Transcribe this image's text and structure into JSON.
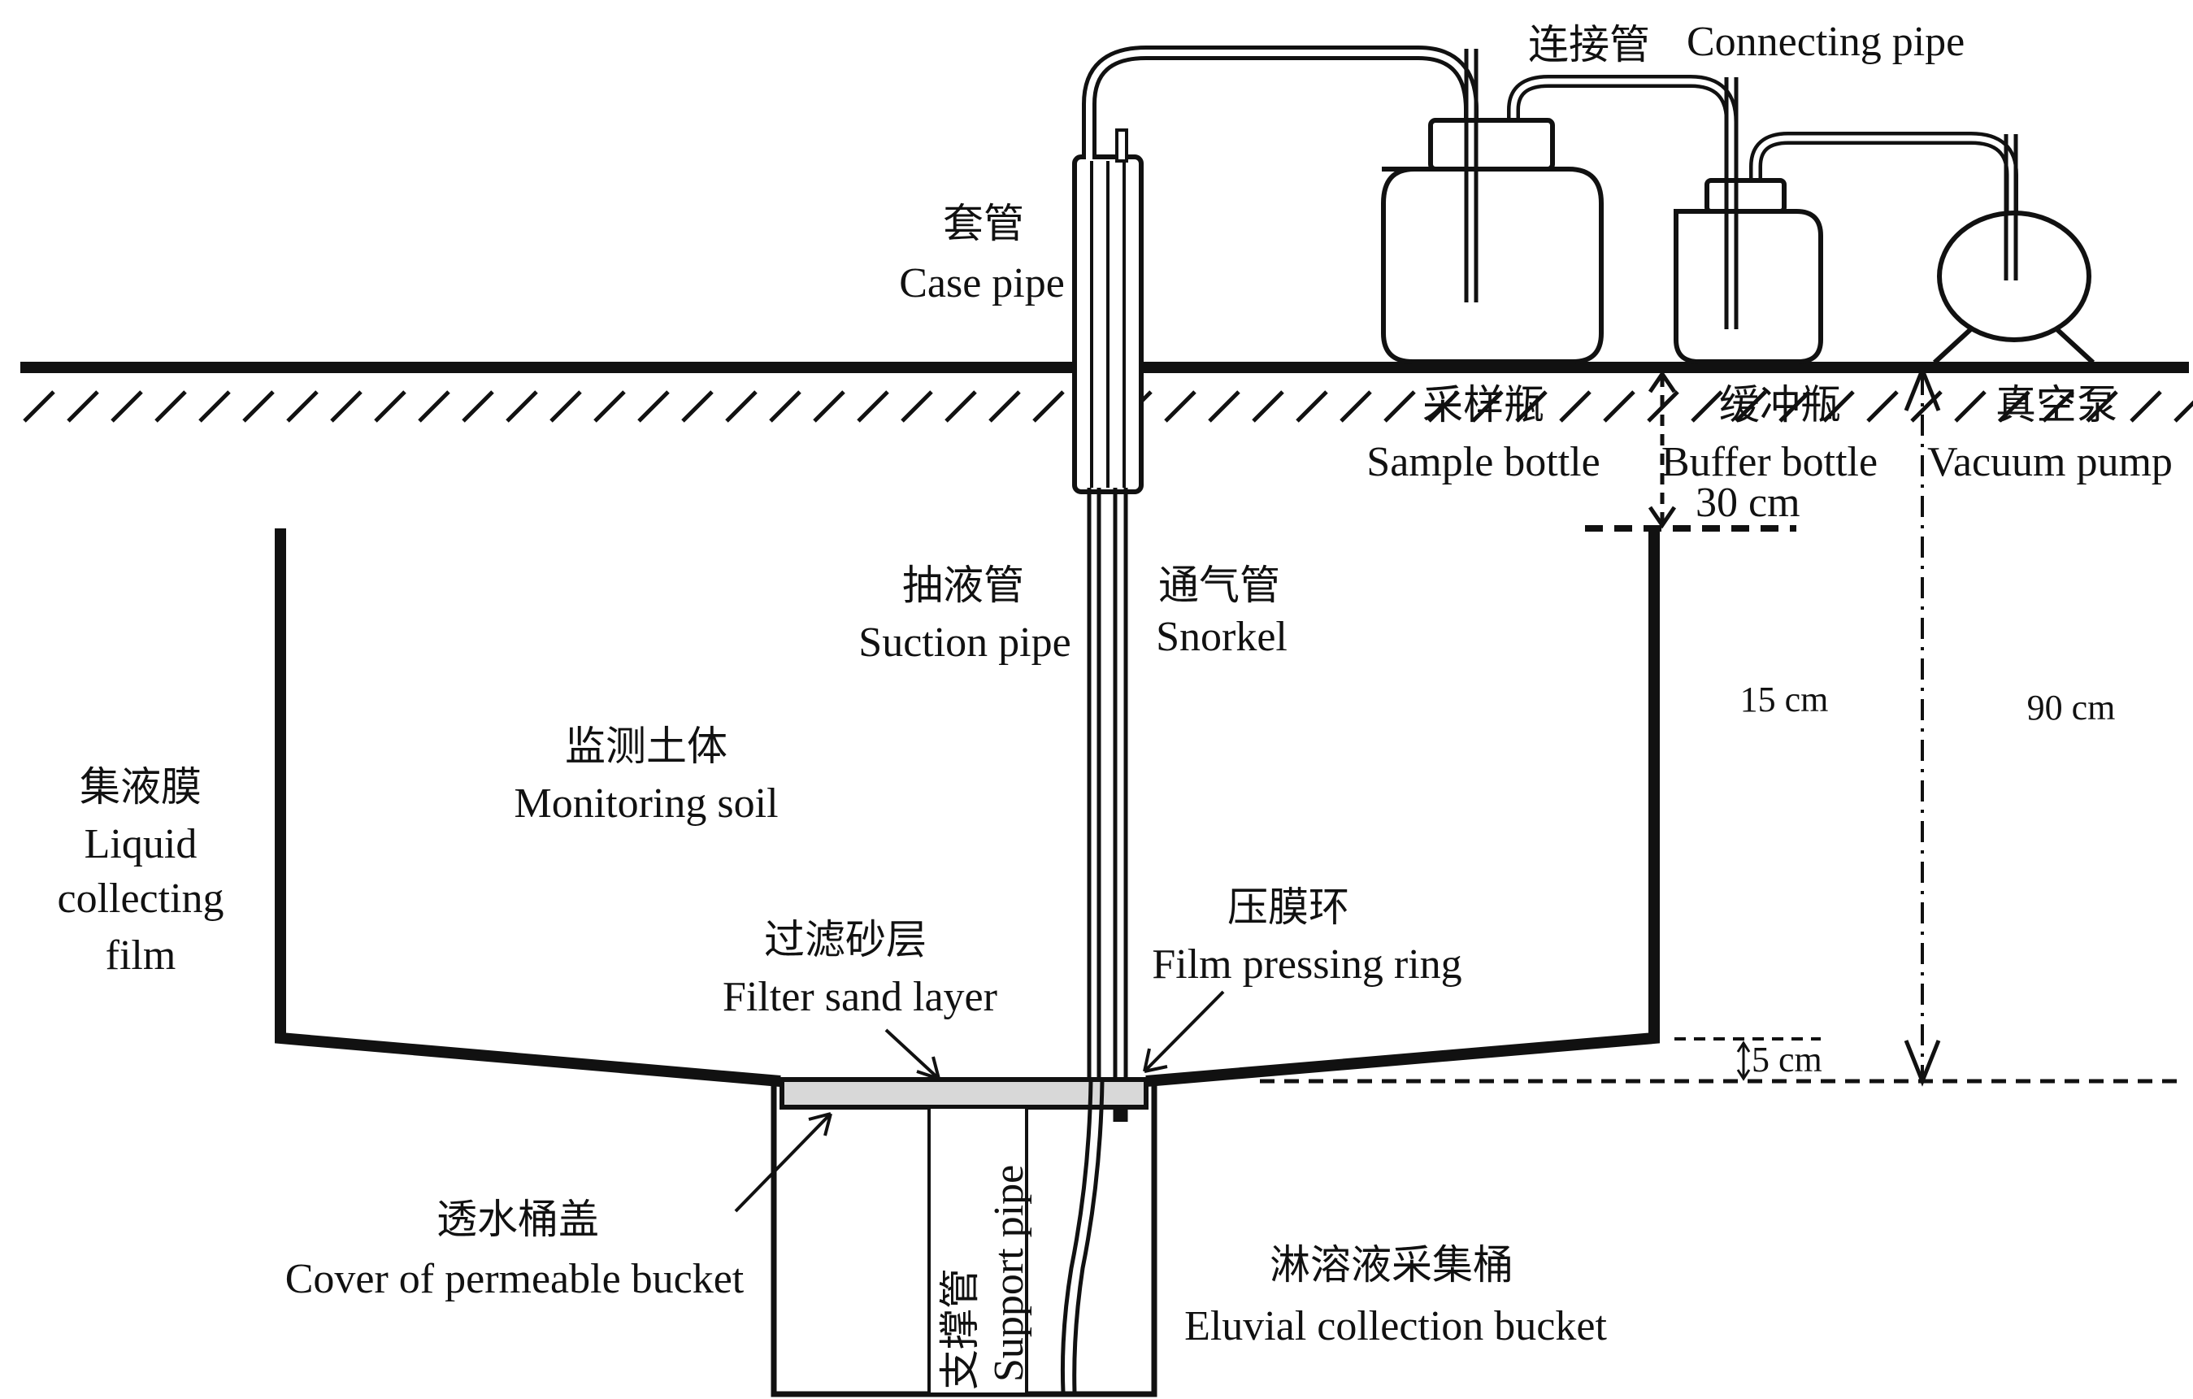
{
  "labels": {
    "connecting_pipe": {
      "cn": "连接管",
      "en": "Connecting pipe"
    },
    "case_pipe": {
      "cn": "套管",
      "en": "Case pipe"
    },
    "sample_bottle": {
      "cn": "采样瓶",
      "en": "Sample bottle"
    },
    "buffer_bottle": {
      "cn": "缓冲瓶",
      "en": "Buffer bottle"
    },
    "vacuum_pump": {
      "cn": "真空泵",
      "en": "Vacuum pump"
    },
    "suction_pipe": {
      "cn": "抽液管",
      "en": "Suction pipe"
    },
    "snorkel": {
      "cn": "通气管",
      "en": "Snorkel"
    },
    "monitoring_soil": {
      "cn": "监测土体",
      "en": "Monitoring soil"
    },
    "liquid_collecting_film": {
      "cn": "集液膜",
      "en_lines": [
        "Liquid",
        "collecting",
        "film"
      ]
    },
    "filter_sand_layer": {
      "cn": "过滤砂层",
      "en": "Filter sand layer"
    },
    "film_pressing_ring": {
      "cn": "压膜环",
      "en": "Film pressing ring"
    },
    "permeable_bucket_cover": {
      "cn": "透水桶盖",
      "en": "Cover of permeable bucket"
    },
    "support_pipe": {
      "cn": "支撑管",
      "en": "Support pipe"
    },
    "eluvial_collection_bucket": {
      "cn": "淋溶液采集桶",
      "en": "Eluvial collection bucket"
    }
  },
  "measurements": {
    "depth_30": "30 cm",
    "depth_15": "15 cm",
    "depth_90": "90 cm",
    "depth_5": "5 cm"
  }
}
